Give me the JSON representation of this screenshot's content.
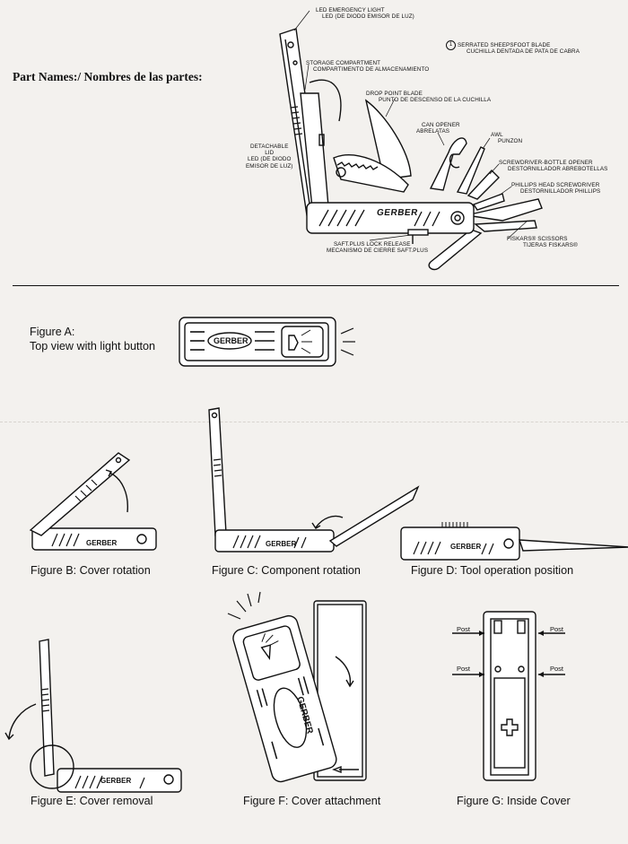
{
  "header": {
    "title": "Part Names:/ Nombres de las partes:"
  },
  "parts": {
    "led_emergency_light": {
      "en": "LED EMERGENCY LIGHT",
      "es": "LED (DE DIODO EMISOR DE LUZ)"
    },
    "storage_compartment": {
      "en": "STORAGE COMPARTMENT",
      "es": "COMPARTIMENTO DE ALMACENAMIENTO"
    },
    "serrated_sheepsfoot": {
      "marker": "1",
      "en": "SERRATED SHEEPSFOOT BLADE",
      "es": "CUCHILLA DENTADA DE PATA DE CABRA"
    },
    "drop_point_blade": {
      "en": "DROP POINT BLADE",
      "es": "PUNTO DE DESCENSO DE LA CUCHILLA"
    },
    "can_opener": {
      "en": "CAN OPENER",
      "es": "ABRELATAS"
    },
    "awl": {
      "en": "AWL",
      "es": "PUNZON"
    },
    "screwdriver_bottle": {
      "en": "SCREWDRIVER-BOTTLE OPENER",
      "es": "DESTORNILLADOR ABREBOTELLAS"
    },
    "phillips": {
      "en": "PHILLIPS HEAD SCREWDRIVER",
      "es": "DESTORNILLADOR PHILLIPS"
    },
    "detachable_lid": {
      "en1": "DETACHABLE",
      "en2": "LID",
      "es1": "LED (DE DIODO",
      "es2": "EMISOR DE LUZ)"
    },
    "saft_lock": {
      "en": "SAFT.PLUS LOCK RELEASE",
      "es": "MECANISMO DE CIERRE SAFT.PLUS"
    },
    "scissors": {
      "en": "FISKARS® SCISSORS",
      "es": "TIJERAS FISKARS®"
    }
  },
  "brand": "GERBER",
  "figures": {
    "a": {
      "line1": "Figure A:",
      "line2": "Top view with light button"
    },
    "b": "Figure B: Cover rotation",
    "c": "Figure C: Component rotation",
    "d": "Figure D: Tool operation position",
    "e": "Figure E: Cover removal",
    "f": "Figure F: Cover attachment",
    "g": "Figure G: Inside Cover"
  },
  "post_label": "Post"
}
